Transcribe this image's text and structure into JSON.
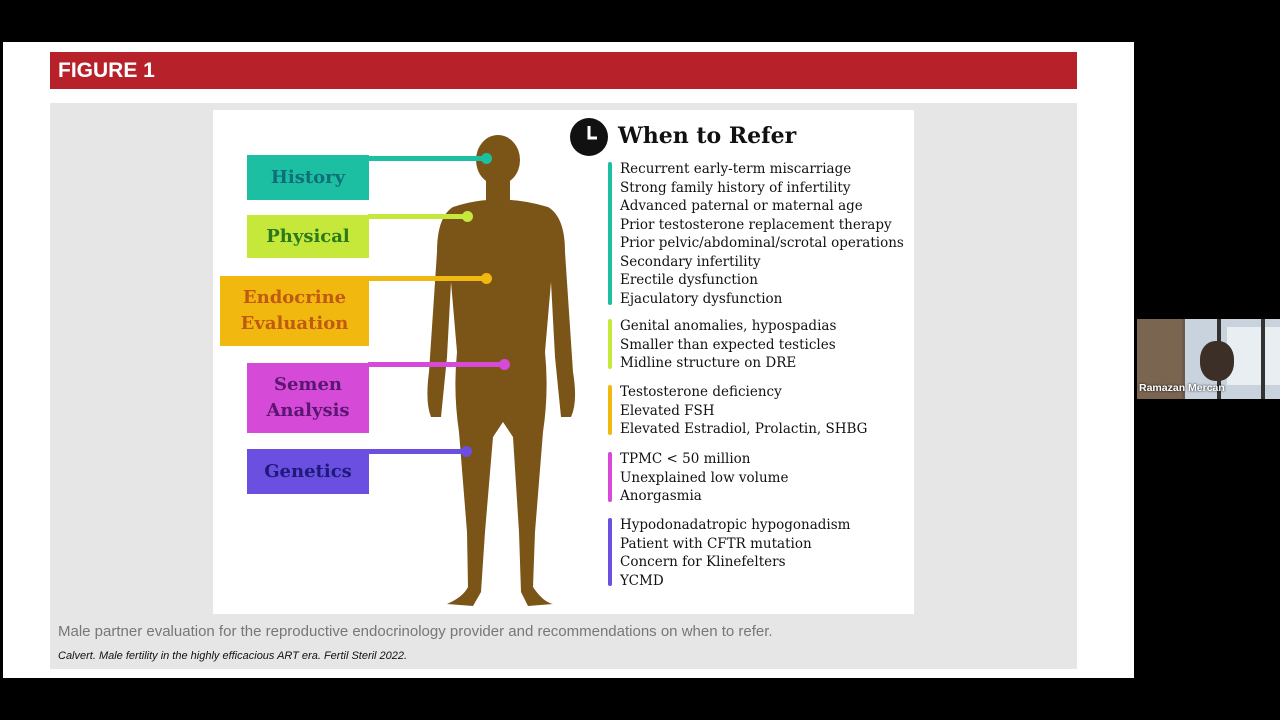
{
  "figure": {
    "header": "FIGURE 1",
    "caption": "Male partner evaluation for the reproductive endocrinology provider and recommendations on when to refer.",
    "citation": "Calvert. Male fertility in the highly efficacious ART era. Fertil Steril 2022."
  },
  "labels": [
    {
      "text": "History",
      "bg": "#1dbfa3",
      "color": "#0f6f78"
    },
    {
      "text": "Physical",
      "bg": "#c5e83a",
      "color": "#2a7a1c"
    },
    {
      "text": "Endocrine Evaluation",
      "bg": "#f1b90f",
      "color": "#c05a12"
    },
    {
      "text": "Semen Analysis",
      "bg": "#d64ad8",
      "color": "#5a1670"
    },
    {
      "text": "Genetics",
      "bg": "#6a4fe0",
      "color": "#1e1a7a"
    }
  ],
  "refer": {
    "title": "When to Refer",
    "groups": [
      {
        "color": "#1dbfa3",
        "items": [
          "Recurrent early-term miscarriage",
          "Strong family history of infertility",
          "Advanced paternal or maternal age",
          "Prior testosterone replacement therapy",
          "Prior pelvic/abdominal/scrotal operations",
          "Secondary infertility",
          "Erectile dysfunction",
          "Ejaculatory dysfunction"
        ]
      },
      {
        "color": "#c5e83a",
        "items": [
          "Genital anomalies, hypospadias",
          "Smaller than expected testicles",
          "Midline structure on DRE"
        ]
      },
      {
        "color": "#f1b90f",
        "items": [
          "Testosterone deficiency",
          "Elevated FSH",
          "Elevated Estradiol, Prolactin, SHBG"
        ]
      },
      {
        "color": "#d64ad8",
        "items": [
          "TPMC < 50 million",
          "Unexplained low volume",
          "Anorgasmia"
        ]
      },
      {
        "color": "#6a4fe0",
        "items": [
          "Hypodonadatropic hypogonadism",
          "Patient with CFTR mutation",
          "Concern for Klinefelters",
          "YCMD"
        ]
      }
    ]
  },
  "participant": {
    "name": "Ramazan Mercan"
  },
  "colors": {
    "header": "#b7222a",
    "silhouette": "#7b5518"
  }
}
